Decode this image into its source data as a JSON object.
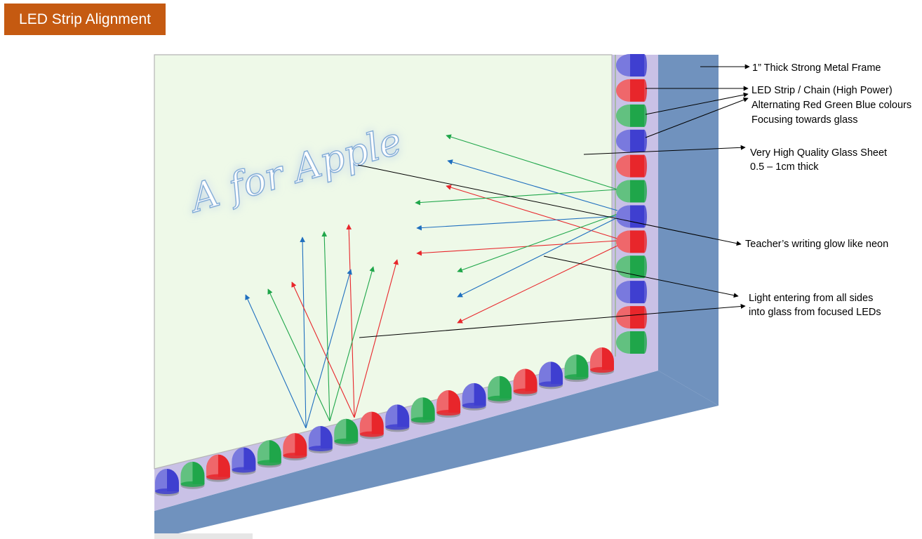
{
  "title": "LED Strip Alignment",
  "glass_text": "A for Apple",
  "labels": {
    "frame": "1” Thick Strong Metal Frame",
    "strip": "LED Strip / Chain (High Power)",
    "alternating": "Alternating Red Green Blue colours",
    "focusing": "Focusing towards glass",
    "glass": "Very High Quality Glass Sheet",
    "glass_thickness": "0.5 – 1cm thick",
    "writing": "Teacher’s writing glow like neon",
    "light_1": "Light entering from all sides",
    "light_2": "into glass from focused LEDs"
  },
  "colors": {
    "title_bg": "#c55a11",
    "frame": "#7092be",
    "strip_base": "#c9c1e6",
    "glass": "#eef9e8",
    "led_red": "#e8262b",
    "led_green": "#1fa64a",
    "led_blue": "#3f3fd0"
  },
  "led_sequence": [
    "blue",
    "green",
    "red",
    "blue",
    "green",
    "red",
    "blue",
    "green",
    "red",
    "blue",
    "green",
    "red",
    "blue",
    "green",
    "red",
    "blue",
    "green",
    "red"
  ],
  "right_led_sequence": [
    "blue",
    "red",
    "green",
    "blue",
    "red",
    "green",
    "blue",
    "red",
    "green",
    "blue",
    "red",
    "green"
  ]
}
